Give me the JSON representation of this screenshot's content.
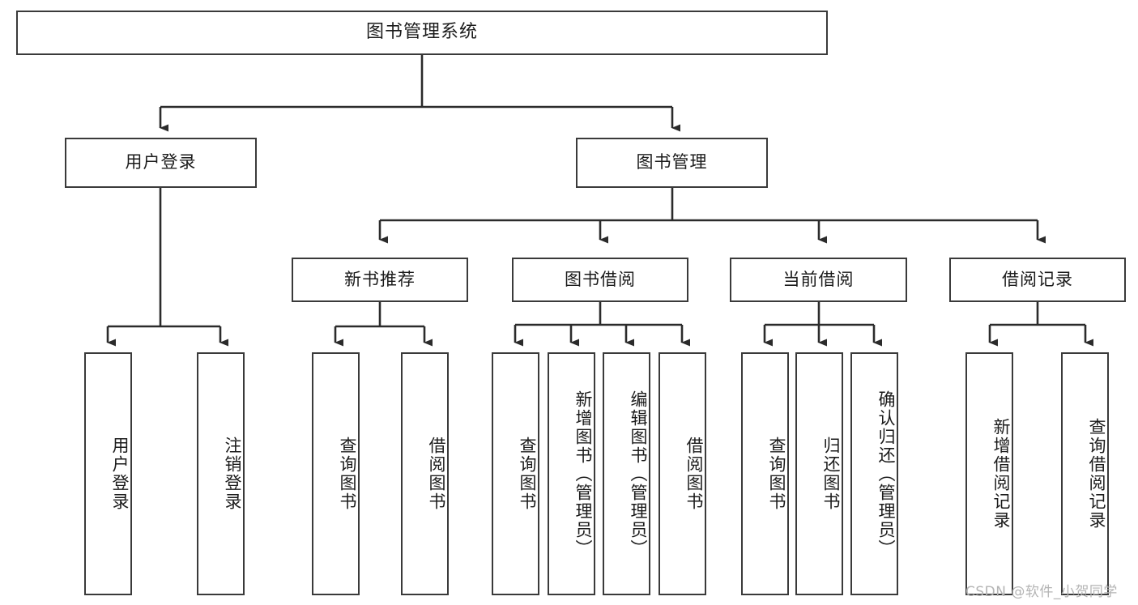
{
  "diagram": {
    "title": "图书管理系统",
    "type": "tree-hierarchy-diagram",
    "colors": {
      "box_border": "#3a3a3a",
      "box_fill": "#ffffff",
      "edge": "#2b2b2b",
      "text": "#1b1b1b",
      "watermark": "#b4b4b4"
    },
    "nodes": {
      "root": {
        "label": "图书管理系统",
        "level": 0,
        "orientation": "horizontal"
      },
      "user_login": {
        "label": "用户登录",
        "level": 1,
        "orientation": "horizontal"
      },
      "book_manage": {
        "label": "图书管理",
        "level": 1,
        "orientation": "horizontal"
      },
      "new_book_rec": {
        "label": "新书推荐",
        "level": 2,
        "orientation": "horizontal"
      },
      "book_borrow": {
        "label": "图书借阅",
        "level": 2,
        "orientation": "horizontal"
      },
      "current_borrow": {
        "label": "当前借阅",
        "level": 2,
        "orientation": "horizontal"
      },
      "borrow_record": {
        "label": "借阅记录",
        "level": 2,
        "orientation": "horizontal"
      },
      "leaf_user_login": {
        "label": "用户登录",
        "level": 2,
        "orientation": "vertical"
      },
      "leaf_logout": {
        "label": "注销登录",
        "level": 2,
        "orientation": "vertical"
      },
      "leaf_query_book_1": {
        "label": "查询图书",
        "level": 3,
        "orientation": "vertical"
      },
      "leaf_borrow_book_1": {
        "label": "借阅图书",
        "level": 3,
        "orientation": "vertical"
      },
      "leaf_query_book_2": {
        "label": "查询图书",
        "level": 3,
        "orientation": "vertical"
      },
      "leaf_add_book": {
        "label": "新增图书（管理员）",
        "level": 3,
        "orientation": "vertical"
      },
      "leaf_edit_book": {
        "label": "编辑图书（管理员）",
        "level": 3,
        "orientation": "vertical"
      },
      "leaf_borrow_book_2": {
        "label": "借阅图书",
        "level": 3,
        "orientation": "vertical"
      },
      "leaf_query_book_3": {
        "label": "查询图书",
        "level": 3,
        "orientation": "vertical"
      },
      "leaf_return_book": {
        "label": "归还图书",
        "level": 3,
        "orientation": "vertical"
      },
      "leaf_confirm_return": {
        "label": "确认归还（管理员）",
        "level": 3,
        "orientation": "vertical"
      },
      "leaf_add_record": {
        "label": "新增借阅记录",
        "level": 3,
        "orientation": "vertical"
      },
      "leaf_query_record": {
        "label": "查询借阅记录",
        "level": 3,
        "orientation": "vertical"
      }
    },
    "edges": [
      {
        "from": "root",
        "to": "user_login"
      },
      {
        "from": "root",
        "to": "book_manage"
      },
      {
        "from": "user_login",
        "to": "leaf_user_login"
      },
      {
        "from": "user_login",
        "to": "leaf_logout"
      },
      {
        "from": "book_manage",
        "to": "new_book_rec"
      },
      {
        "from": "book_manage",
        "to": "book_borrow"
      },
      {
        "from": "book_manage",
        "to": "current_borrow"
      },
      {
        "from": "book_manage",
        "to": "borrow_record"
      },
      {
        "from": "new_book_rec",
        "to": "leaf_query_book_1"
      },
      {
        "from": "new_book_rec",
        "to": "leaf_borrow_book_1"
      },
      {
        "from": "book_borrow",
        "to": "leaf_query_book_2"
      },
      {
        "from": "book_borrow",
        "to": "leaf_add_book"
      },
      {
        "from": "book_borrow",
        "to": "leaf_edit_book"
      },
      {
        "from": "book_borrow",
        "to": "leaf_borrow_book_2"
      },
      {
        "from": "current_borrow",
        "to": "leaf_query_book_3"
      },
      {
        "from": "current_borrow",
        "to": "leaf_return_book"
      },
      {
        "from": "current_borrow",
        "to": "leaf_confirm_return"
      },
      {
        "from": "borrow_record",
        "to": "leaf_add_record"
      },
      {
        "from": "borrow_record",
        "to": "leaf_query_record"
      }
    ],
    "watermark": "CSDN @软件_小贺同学"
  }
}
